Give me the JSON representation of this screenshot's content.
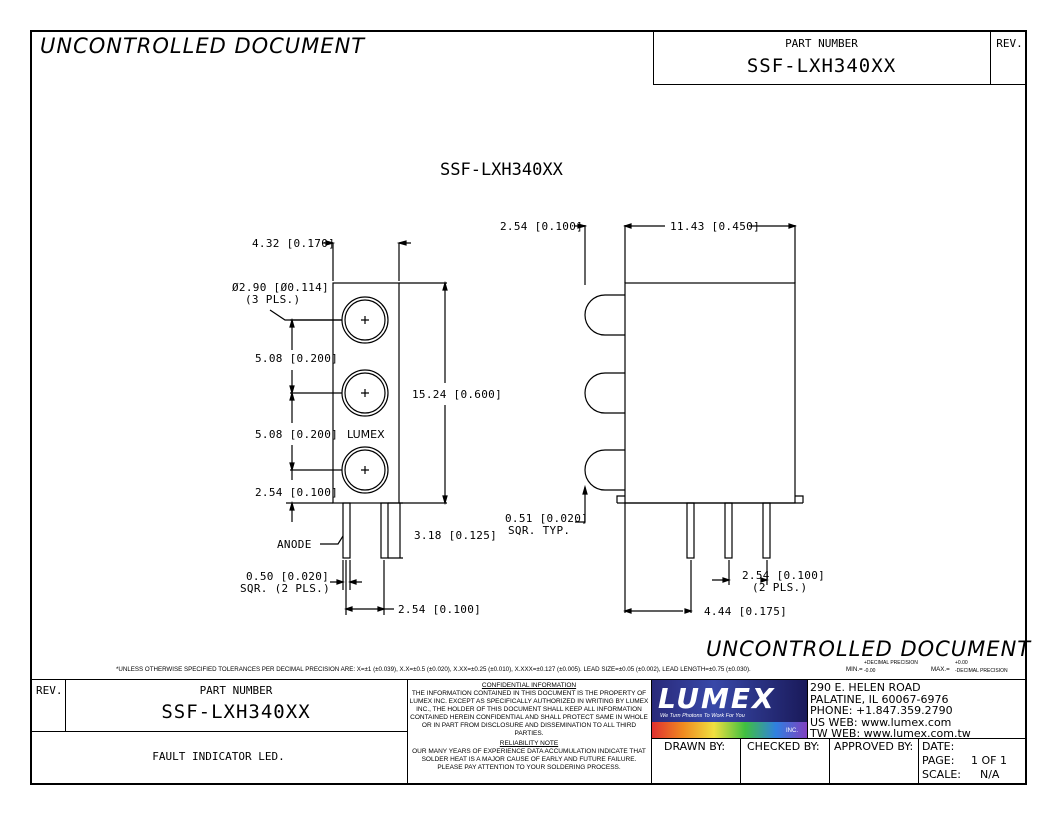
{
  "header": {
    "uncontrolled": "UNCONTROLLED DOCUMENT",
    "part_number_label": "PART NUMBER",
    "part_number": "SSF-LXH340XX",
    "rev_label": "REV."
  },
  "drawing": {
    "title": "SSF-LXH340XX",
    "front_view": {
      "width_dim": "4.32 [0.170]",
      "hole_dim": "Ø2.90 [Ø0.114]",
      "hole_qty": "(3 PLS.)",
      "pitch1": "5.08 [0.200]",
      "pitch2": "5.08 [0.200]",
      "bottom_offset": "2.54 [0.100]",
      "height_dim": "15.24 [0.600]",
      "brand_mark": "LUMEX",
      "anode": "ANODE",
      "lead_length": "3.18 [0.125]",
      "lead_size": "0.50 [0.020]",
      "lead_size_qty": "SQR. (2 PLS.)",
      "lead_spacing": "2.54 [0.100]"
    },
    "side_view": {
      "lens_dim": "2.54 [0.100]",
      "body_length": "11.43 [0.450]",
      "lead_square": "0.51 [0.020]",
      "lead_square_note": "SQR. TYP.",
      "lead_pitch": "2.54 [0.100]",
      "lead_pitch_qty": "(2 PLS.)",
      "first_lead": "4.44 [0.175]"
    }
  },
  "uncontrolled_bottom": "UNCONTROLLED DOCUMENT",
  "tolerance_note": "*UNLESS OTHERWISE SPECIFIED TOLERANCES PER DECIMAL PRECISION ARE: X=±1 (±0.039), X.X=±0.5 (±0.020), X.XX=±0.25 (±0.010), X.XXX=±0.127 (±0.005).  LEAD SIZE=±0.05 (±0.002), LEAD LENGTH=±0.75 (±0.030).",
  "tolerance_min": "MIN.=",
  "tolerance_min_top": "+DECIMAL PRECISION",
  "tolerance_min_bottom": "-0.00",
  "tolerance_max": "MAX.=",
  "tolerance_max_top": "+0.00",
  "tolerance_max_bottom": "-DECIMAL PRECISION",
  "title_block": {
    "rev_label": "REV.",
    "part_number_label": "PART NUMBER",
    "part_number": "SSF-LXH340XX",
    "description": "FAULT INDICATOR LED.",
    "confidential_title": "CONFIDENTIAL INFORMATION",
    "confidential_text": "THE INFORMATION CONTAINED IN THIS DOCUMENT IS THE PROPERTY OF LUMEX INC.  EXCEPT AS SPECIFICALLY AUTHORIZED IN WRITING BY LUMEX INC., THE HOLDER OF THIS DOCUMENT SHALL KEEP ALL INFORMATION CONTAINED HEREIN CONFIDENTIAL AND SHALL PROTECT SAME IN WHOLE OR IN PART FROM DISCLOSURE AND DISSEMINATION TO ALL THIRD PARTIES.",
    "reliability_title": "RELIABILITY NOTE",
    "reliability_text": "OUR MANY YEARS OF EXPERIENCE DATA ACCUMULATION INDICATE THAT SOLDER HEAT IS A MAJOR CAUSE OF EARLY AND FUTURE FAILURE. PLEASE PAY ATTENTION TO YOUR SOLDERING PROCESS.",
    "logo_text": "LUMEX",
    "logo_tagline": "We Turn Photons To Work For You",
    "logo_inc": "INC.",
    "address": [
      "290 E. HELEN ROAD",
      "PALATINE, IL  60067-6976",
      "PHONE: +1.847.359.2790",
      "US WEB: www.lumex.com",
      "TW WEB: www.lumex.com.tw"
    ],
    "drawn_by": "DRAWN BY:",
    "checked_by": "CHECKED BY:",
    "approved_by": "APPROVED BY:",
    "date_label": "DATE:",
    "page_label": "PAGE:",
    "page_value": "1 OF 1",
    "scale_label": "SCALE:",
    "scale_value": "N/A"
  }
}
